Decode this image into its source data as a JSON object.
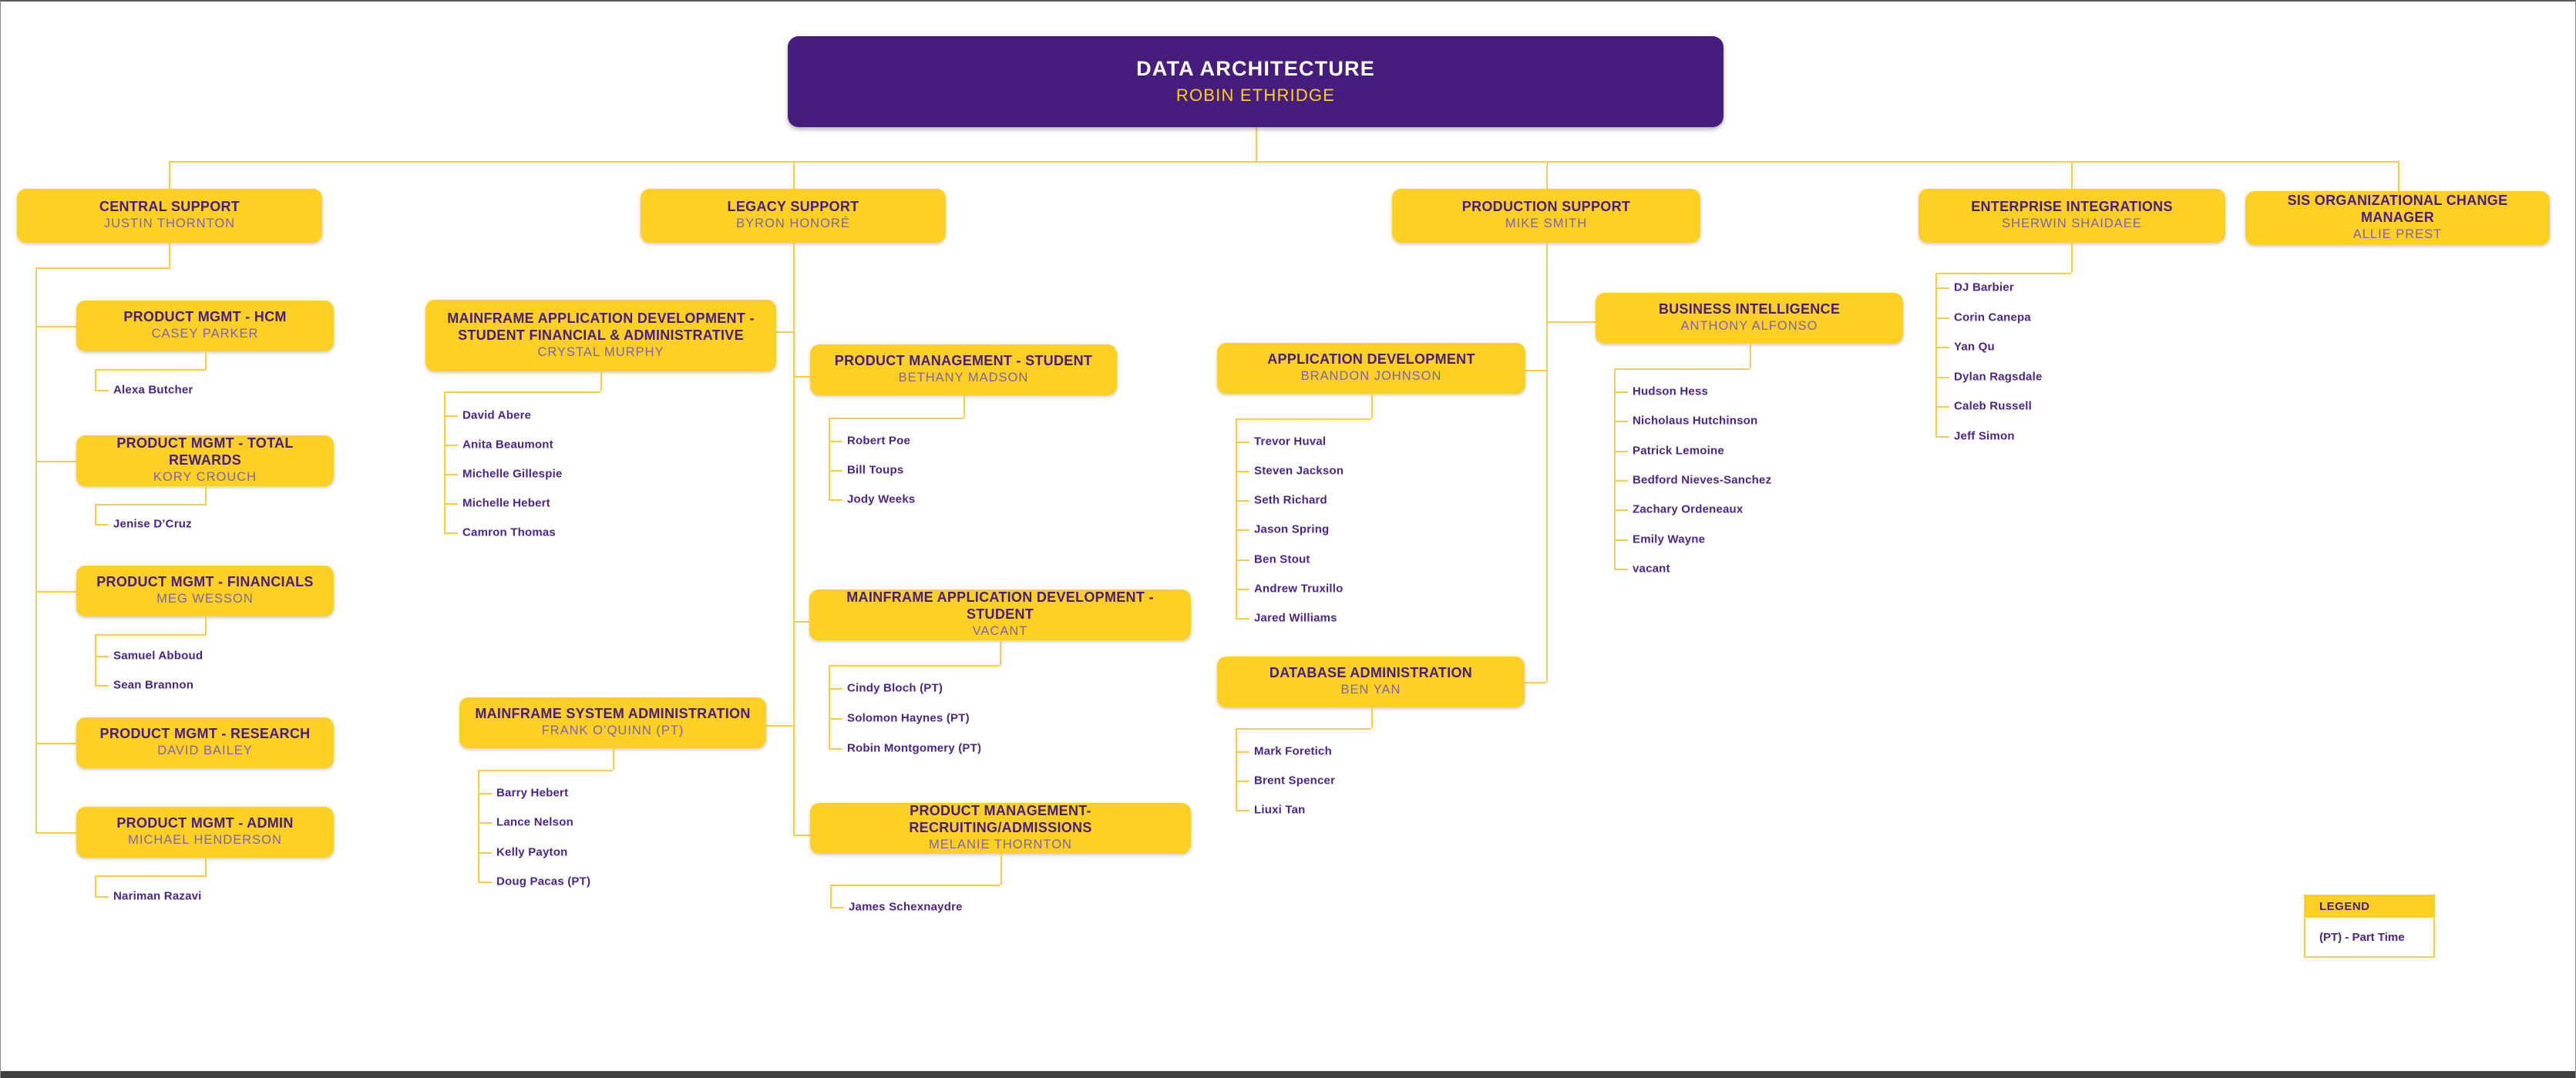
{
  "root": {
    "title": "DATA ARCHITECTURE",
    "name": "ROBIN ETHRIDGE"
  },
  "branches": [
    {
      "title": "CENTRAL SUPPORT",
      "name": "JUSTIN THORNTON",
      "teams": [
        {
          "title": "PRODUCT MGMT - HCM",
          "name": "CASEY PARKER",
          "members": [
            "Alexa Butcher"
          ]
        },
        {
          "title": "PRODUCT MGMT - TOTAL REWARDS",
          "name": "KORY CROUCH",
          "members": [
            "Jenise D’Cruz"
          ]
        },
        {
          "title": "PRODUCT MGMT - FINANCIALS",
          "name": "MEG WESSON",
          "members": [
            "Samuel Abboud",
            "Sean Brannon"
          ]
        },
        {
          "title": "PRODUCT MGMT - RESEARCH",
          "name": "DAVID BAILEY",
          "members": []
        },
        {
          "title": "PRODUCT MGMT - ADMIN",
          "name": "MICHAEL HENDERSON",
          "members": [
            "Nariman Razavi"
          ]
        }
      ]
    },
    {
      "title": "LEGACY SUPPORT",
      "name": "BYRON HONORÉ",
      "teams": [
        {
          "title": "MAINFRAME APPLICATION  DEVELOPMENT - STUDENT FINANCIAL & ADMINISTRATIVE",
          "name": "CRYSTAL MURPHY",
          "members": [
            "David Abere",
            "Anita Beaumont",
            "Michelle Gillespie",
            "Michelle Hebert",
            "Camron Thomas"
          ]
        },
        {
          "title": "PRODUCT MANAGEMENT - STUDENT",
          "name": "BETHANY MADSON",
          "members": [
            "Robert Poe",
            "Bill Toups",
            "Jody Weeks"
          ]
        },
        {
          "title": "MAINFRAME APPLICATION DEVELOPMENT - STUDENT",
          "name": "VACANT",
          "members": [
            "Cindy Bloch (PT)",
            "Solomon Haynes (PT)",
            "Robin Montgomery (PT)"
          ]
        },
        {
          "title": "MAINFRAME SYSTEM ADMINISTRATION",
          "name": "FRANK O’QUINN (PT)",
          "members": [
            "Barry Hebert",
            "Lance Nelson",
            "Kelly Payton",
            "Doug Pacas (PT)"
          ]
        },
        {
          "title": "PRODUCT MANAGEMENT- RECRUITING/ADMISSIONS",
          "name": "MELANIE THORNTON",
          "members": [
            "James Schexnaydre"
          ]
        }
      ]
    },
    {
      "title": "PRODUCTION SUPPORT",
      "name": "MIKE SMITH",
      "teams": [
        {
          "title": "APPLICATION DEVELOPMENT",
          "name": "BRANDON JOHNSON",
          "members": [
            "Trevor Huval",
            "Steven Jackson",
            "Seth Richard",
            "Jason Spring",
            "Ben Stout",
            "Andrew Truxillo",
            "Jared Williams"
          ]
        },
        {
          "title": "BUSINESS INTELLIGENCE",
          "name": "ANTHONY ALFONSO",
          "members": [
            "Hudson Hess",
            "Nicholaus Hutchinson",
            "Patrick Lemoine",
            "Bedford Nieves-Sanchez",
            "Zachary Ordeneaux",
            "Emily Wayne",
            "vacant"
          ]
        },
        {
          "title": "DATABASE ADMINISTRATION",
          "name": "BEN YAN",
          "members": [
            "Mark Foretich",
            "Brent Spencer",
            "Liuxi Tan"
          ]
        }
      ]
    },
    {
      "title": "ENTERPRISE INTEGRATIONS",
      "name": "SHERWIN SHAIDAEE",
      "members": [
        "DJ Barbier",
        "Corin Canepa",
        "Yan Qu",
        "Dylan Ragsdale",
        "Caleb Russell",
        "Jeff Simon"
      ]
    },
    {
      "title": "SIS ORGANIZATIONAL CHANGE MANAGER",
      "name": "ALLIE PREST",
      "members": []
    }
  ],
  "legend": {
    "title": "LEGEND",
    "items": [
      "(PT) - Part Time"
    ]
  },
  "colors": {
    "purple": "#461D7C",
    "gold": "#FDD023",
    "connector": "#F8CE46",
    "subtitle_text": "#7E63AF",
    "member_text": "#4B2489"
  }
}
